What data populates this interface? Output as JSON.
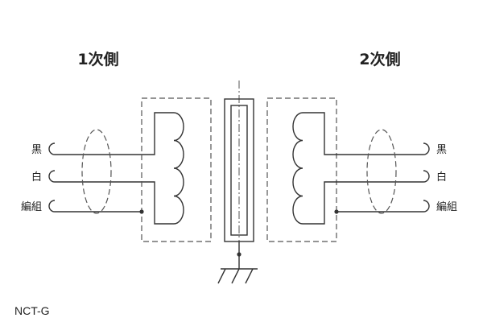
{
  "primary": {
    "heading": "1次側",
    "wires": [
      "黒",
      "白",
      "編組"
    ]
  },
  "secondary": {
    "heading": "2次側",
    "wires": [
      "黒",
      "白",
      "編組"
    ]
  },
  "model": "NCT-G"
}
